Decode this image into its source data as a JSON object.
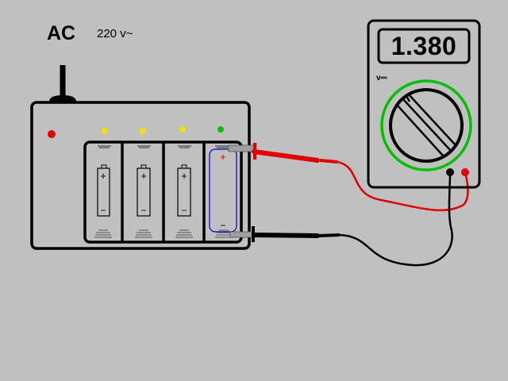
{
  "source": {
    "label": "AC",
    "voltage": "220 v~"
  },
  "multimeter": {
    "reading": "1.380",
    "mode_label": "v⎓"
  },
  "charger": {
    "indicators": [
      {
        "name": "power-led",
        "color": "#e00000"
      },
      {
        "name": "slot-1-led",
        "color": "#f0e000"
      },
      {
        "name": "slot-2-led",
        "color": "#f0e000"
      },
      {
        "name": "slot-3-led",
        "color": "#f0e000"
      },
      {
        "name": "slot-4-led",
        "color": "#00c000"
      }
    ],
    "batteries": [
      {
        "slot": 1,
        "plus": "+",
        "minus": "−"
      },
      {
        "slot": 2,
        "plus": "+",
        "minus": "−"
      },
      {
        "slot": 3,
        "plus": "+",
        "minus": "−"
      },
      {
        "slot": 4,
        "plus": "+",
        "minus": "−",
        "highlighted": true
      }
    ]
  },
  "colors": {
    "background": "#c0c0c0",
    "red_probe": "#e00000",
    "black_probe": "#000000",
    "dial_ring": "#00c000",
    "highlight": "#0000cc"
  }
}
